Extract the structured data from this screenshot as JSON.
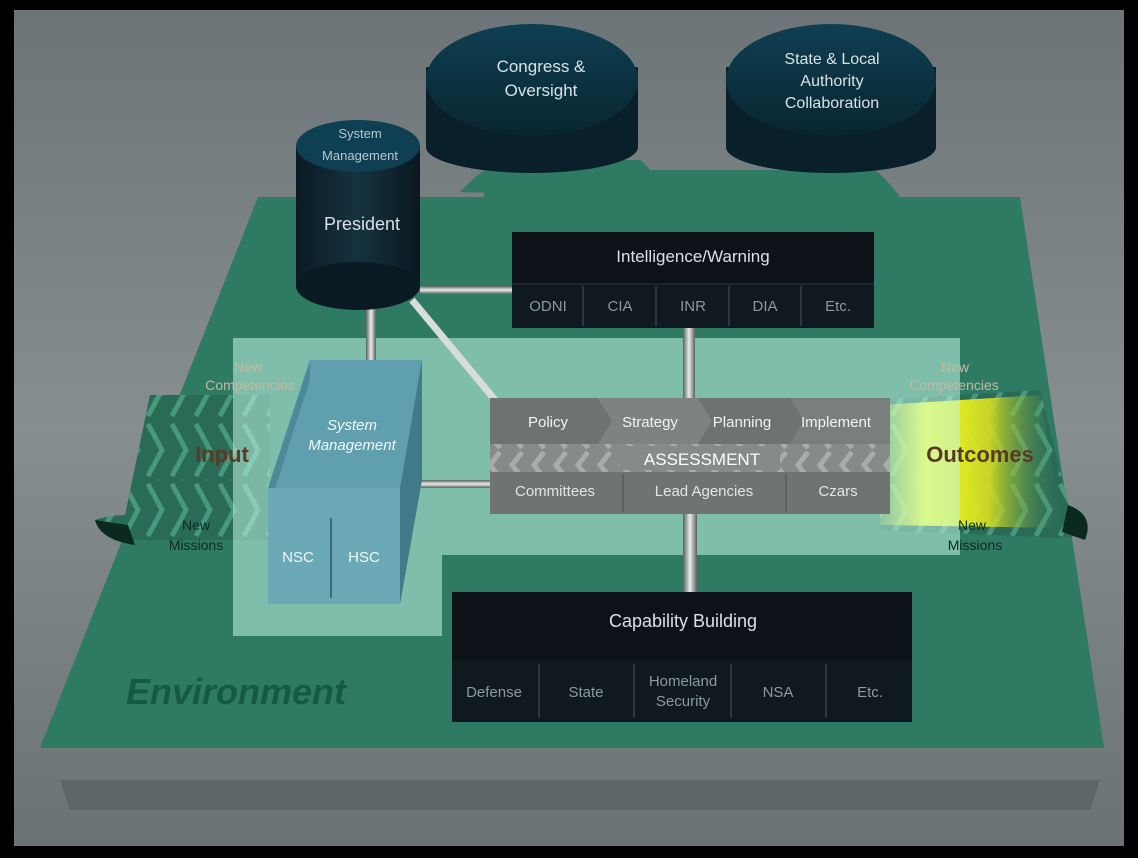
{
  "caps": {
    "congress": [
      "Congress &",
      "Oversight"
    ],
    "state_local": [
      "State & Local",
      "Authority",
      "Collaboration"
    ]
  },
  "president": {
    "cap": [
      "System",
      "Management"
    ],
    "label": "President"
  },
  "intelligence": {
    "title": "Intelligence/Warning",
    "cells": [
      "ODNI",
      "CIA",
      "INR",
      "DIA",
      "Etc."
    ]
  },
  "system_management": {
    "title": [
      "System",
      "Management"
    ],
    "cells": [
      "NSC",
      "HSC"
    ]
  },
  "process": {
    "steps": [
      "Policy",
      "Strategy",
      "Planning",
      "Implement"
    ],
    "assessment": "ASSESSMENT",
    "cells": [
      "Committees",
      "Lead Agencies",
      "Czars"
    ]
  },
  "capability": {
    "title": "Capability Building",
    "cells": [
      [
        "Defense"
      ],
      [
        "State"
      ],
      [
        "Homeland",
        "Security"
      ],
      [
        "NSA"
      ],
      [
        "Etc."
      ]
    ]
  },
  "flows": {
    "input": "Input",
    "outcomes": "Outcomes",
    "left_top": [
      "New",
      "Competencies"
    ],
    "left_bottom": [
      "New",
      "Missions"
    ],
    "right_top": [
      "New",
      "Competencies"
    ],
    "right_bottom": [
      "New",
      "Missions"
    ]
  },
  "environment": "Environment",
  "colors": {
    "frame": "#000000",
    "backdrop": "#7e8789",
    "platform": "#2f7a62",
    "highlight": "#9fe6d4",
    "dark_box": "#0e1318",
    "cap_fill": "#0c3444",
    "sysmgmt": "#6aa9b5",
    "process_box": "#6f7473",
    "outcome_glow": "#f2f01a"
  }
}
